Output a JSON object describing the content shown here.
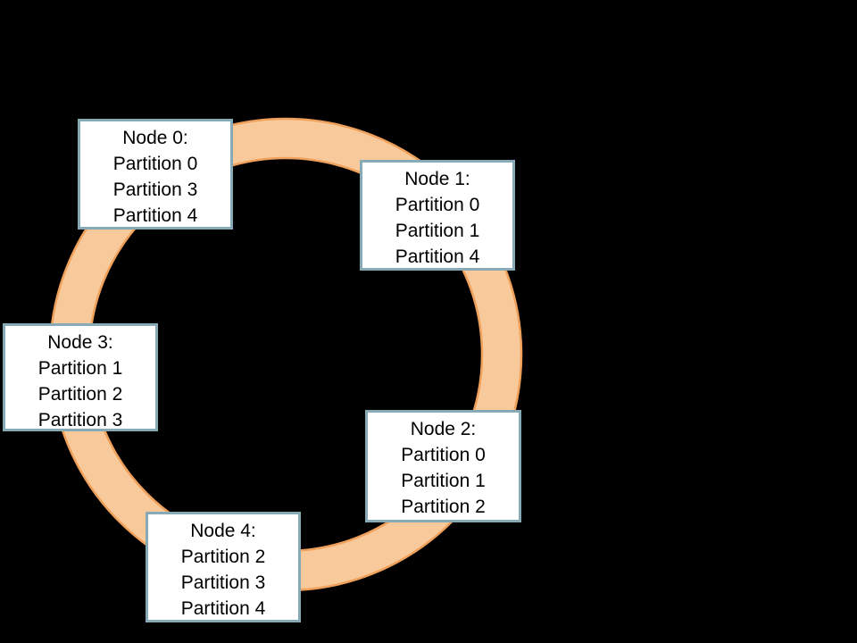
{
  "diagram": {
    "description": "Consistent hashing ring with nodes and their partitions",
    "background_color": "#000000",
    "ring": {
      "fill_color": "#f8ca9b",
      "edge_color": "#efa05a"
    },
    "box": {
      "fill_color": "#ffffff",
      "border_color": "#87aab6",
      "text_color": "#000000"
    },
    "nodes": [
      {
        "title": "Node 0:",
        "partitions": [
          "Partition 0",
          "Partition 3",
          "Partition 4"
        ]
      },
      {
        "title": "Node 1:",
        "partitions": [
          "Partition 0",
          "Partition 1",
          "Partition 4"
        ]
      },
      {
        "title": "Node 2:",
        "partitions": [
          "Partition 0",
          "Partition 1",
          "Partition 2"
        ]
      },
      {
        "title": "Node 3:",
        "partitions": [
          "Partition 1",
          "Partition 2",
          "Partition 3"
        ]
      },
      {
        "title": "Node 4:",
        "partitions": [
          "Partition 2",
          "Partition 3",
          "Partition 4"
        ]
      }
    ]
  }
}
